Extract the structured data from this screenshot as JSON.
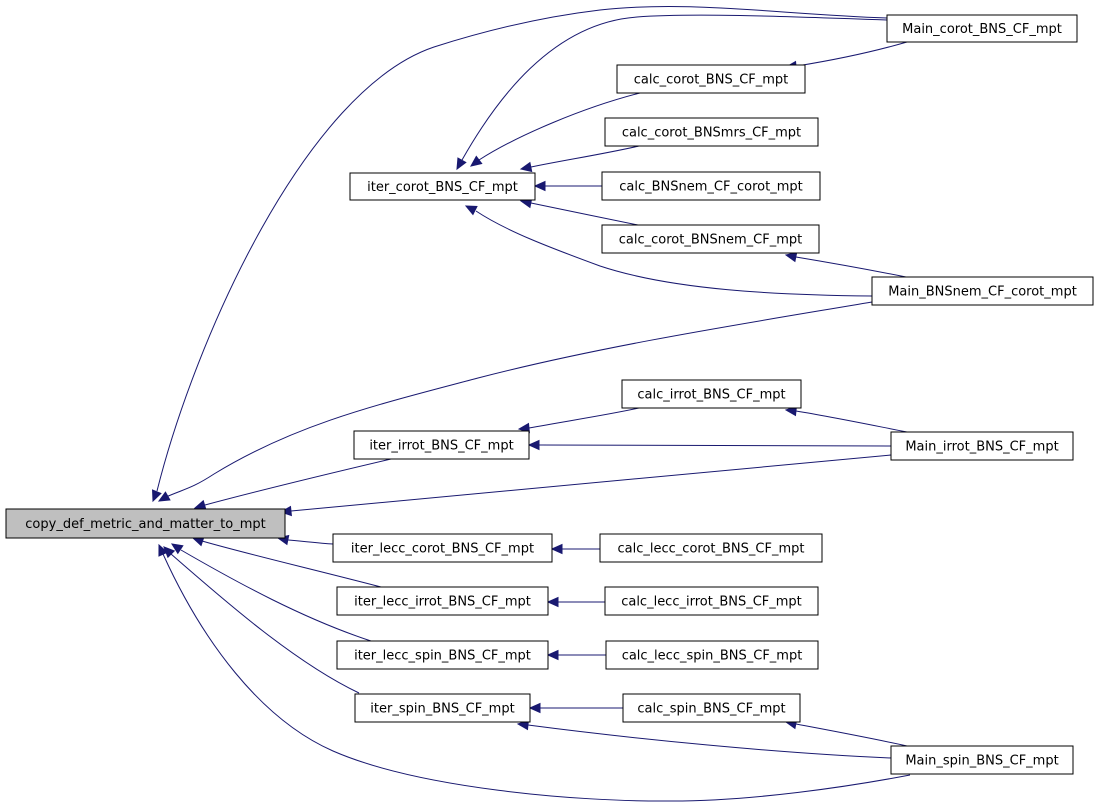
{
  "diagram": {
    "type": "call-graph",
    "edge_color": "#191970",
    "root_fill": "#bfbfbf",
    "nodes": [
      {
        "id": "copy_def",
        "label": "copy_def_metric_and_matter_to_mpt",
        "root": true
      },
      {
        "id": "iter_corot",
        "label": "iter_corot_BNS_CF_mpt"
      },
      {
        "id": "iter_irrot",
        "label": "iter_irrot_BNS_CF_mpt"
      },
      {
        "id": "iter_lecc_corot",
        "label": "iter_lecc_corot_BNS_CF_mpt"
      },
      {
        "id": "iter_lecc_irrot",
        "label": "iter_lecc_irrot_BNS_CF_mpt"
      },
      {
        "id": "iter_lecc_spin",
        "label": "iter_lecc_spin_BNS_CF_mpt"
      },
      {
        "id": "iter_spin",
        "label": "iter_spin_BNS_CF_mpt"
      },
      {
        "id": "calc_corot",
        "label": "calc_corot_BNS_CF_mpt"
      },
      {
        "id": "calc_corot_mrs",
        "label": "calc_corot_BNSmrs_CF_mpt"
      },
      {
        "id": "calc_nem_corot",
        "label": "calc_BNSnem_CF_corot_mpt"
      },
      {
        "id": "calc_corot_nem",
        "label": "calc_corot_BNSnem_CF_mpt"
      },
      {
        "id": "calc_irrot",
        "label": "calc_irrot_BNS_CF_mpt"
      },
      {
        "id": "calc_lecc_corot",
        "label": "calc_lecc_corot_BNS_CF_mpt"
      },
      {
        "id": "calc_lecc_irrot",
        "label": "calc_lecc_irrot_BNS_CF_mpt"
      },
      {
        "id": "calc_lecc_spin",
        "label": "calc_lecc_spin_BNS_CF_mpt"
      },
      {
        "id": "calc_spin",
        "label": "calc_spin_BNS_CF_mpt"
      },
      {
        "id": "main_corot",
        "label": "Main_corot_BNS_CF_mpt"
      },
      {
        "id": "main_nem_corot",
        "label": "Main_BNSnem_CF_corot_mpt"
      },
      {
        "id": "main_irrot",
        "label": "Main_irrot_BNS_CF_mpt"
      },
      {
        "id": "main_spin",
        "label": "Main_spin_BNS_CF_mpt"
      }
    ],
    "edges": [
      {
        "from": "iter_corot",
        "to": "copy_def"
      },
      {
        "from": "main_corot",
        "to": "copy_def"
      },
      {
        "from": "main_nem_corot",
        "to": "copy_def"
      },
      {
        "from": "iter_irrot",
        "to": "copy_def"
      },
      {
        "from": "main_irrot",
        "to": "copy_def"
      },
      {
        "from": "iter_lecc_corot",
        "to": "copy_def"
      },
      {
        "from": "iter_lecc_irrot",
        "to": "copy_def"
      },
      {
        "from": "iter_lecc_spin",
        "to": "copy_def"
      },
      {
        "from": "iter_spin",
        "to": "copy_def"
      },
      {
        "from": "main_spin",
        "to": "copy_def"
      },
      {
        "from": "main_corot",
        "to": "iter_corot"
      },
      {
        "from": "calc_corot",
        "to": "iter_corot"
      },
      {
        "from": "calc_corot_mrs",
        "to": "iter_corot"
      },
      {
        "from": "calc_nem_corot",
        "to": "iter_corot"
      },
      {
        "from": "calc_corot_nem",
        "to": "iter_corot"
      },
      {
        "from": "main_nem_corot",
        "to": "iter_corot"
      },
      {
        "from": "main_corot",
        "to": "calc_corot"
      },
      {
        "from": "main_nem_corot",
        "to": "calc_corot_nem"
      },
      {
        "from": "calc_irrot",
        "to": "iter_irrot"
      },
      {
        "from": "main_irrot",
        "to": "iter_irrot"
      },
      {
        "from": "main_irrot",
        "to": "calc_irrot"
      },
      {
        "from": "calc_lecc_corot",
        "to": "iter_lecc_corot"
      },
      {
        "from": "calc_lecc_irrot",
        "to": "iter_lecc_irrot"
      },
      {
        "from": "calc_lecc_spin",
        "to": "iter_lecc_spin"
      },
      {
        "from": "calc_spin",
        "to": "iter_spin"
      },
      {
        "from": "main_spin",
        "to": "iter_spin"
      },
      {
        "from": "main_spin",
        "to": "calc_spin"
      }
    ]
  }
}
